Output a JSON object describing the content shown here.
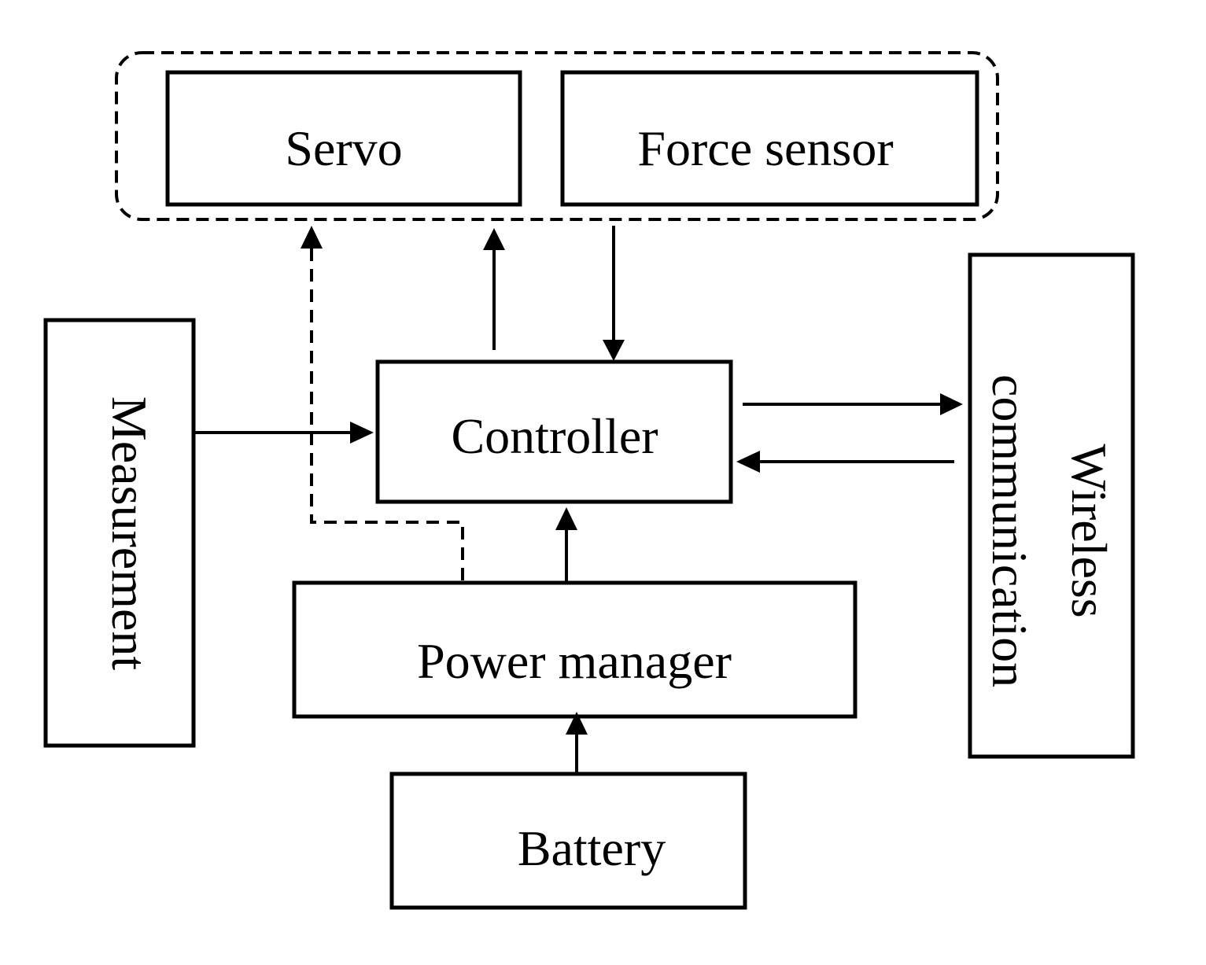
{
  "diagram": {
    "blocks": {
      "servo": "Servo",
      "force_sensor": "Force sensor",
      "controller": "Controller",
      "measurement": "Measurement",
      "wireless_line1": "Wireless",
      "wireless_line2": "communication",
      "power_manager": "Power manager",
      "battery": "Battery"
    }
  }
}
